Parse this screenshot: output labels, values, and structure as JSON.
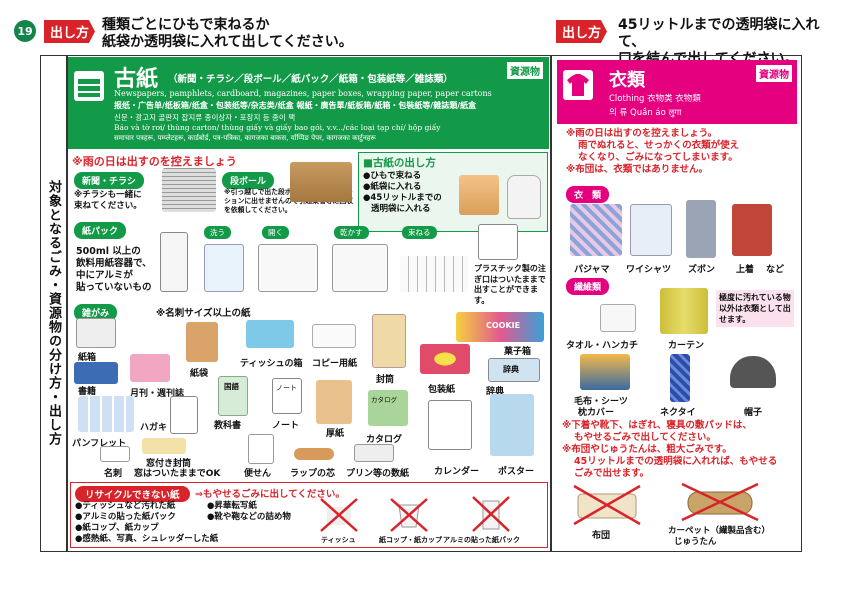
{
  "page_number": "19",
  "left_header": {
    "tag": "出し方",
    "line1": "種類ごとにひもで束ねるか",
    "line2": "紙袋か透明袋に入れて出してください。"
  },
  "right_header": {
    "tag": "出し方",
    "line1": "45リットルまでの透明袋に入れて、",
    "line2": "口を結んで出してください。"
  },
  "vertical_title": "対象となるごみ・資源物の分け方・出し方",
  "paper": {
    "title": "古紙",
    "title_sub": "（新聞・チラシ／段ボール／紙パック／紙箱・包装紙等／雑誌類）",
    "badge": "資源物",
    "en": "Newspapers, pamphlets, cardboard, magazines, paper boxes, wrapping paper, paper cartons",
    "zh": "报纸・广告单/纸板箱/纸盒・包装纸等/杂志类/纸盒 報紙・廣告單/紙板箱/紙箱・包裝紙等/雜誌類/紙盒",
    "ko": "신문・광고지 골판지 잡지류 종이상자・포장지 등 종이 팩",
    "vi": "Báo và tờ rơi/ thùng carton/ thùng giấy và giấy bao gói, v.v.../các loại tạp chí/ hộp giấy",
    "ne": "समाचार पत्रहरू, पम्प्लेटहरू, कार्डबोर्ड, पत्र-पत्रिका, कागजका बाकस, र्याप्पिङ पेपर, कागजका कार्टुनहरू",
    "rain_note": "※雨の日は出すのを控えましょう",
    "how_title": "■古紙の出し方",
    "how": [
      "●ひもで束ねる",
      "●紙袋に入れる",
      "●45リットルまでの",
      "透明袋に入れる"
    ],
    "news_pill": "新聞・チラシ",
    "news_note1": "※チラシも一緒に",
    "news_note2": "束ねてください。",
    "cardboard_pill": "段ボール",
    "cardboard_note": "※引っ越しで出た段ボールは、ごみステーションに出せませんので引越業者等に回収を依頼してください。",
    "pack_pill": "紙パック",
    "pack_desc1": "500ml 以上の",
    "pack_desc2": "飲料用紙容器で、",
    "pack_desc3": "中にアルミが",
    "pack_desc4": "貼っていないもの",
    "steps": [
      "洗う",
      "開く",
      "乾かす",
      "束ねる"
    ],
    "spout_note": "プラスチック製の注ぎ口はついたままで出すことができます。",
    "misc_pill": "雑がみ",
    "misc_note": "※名刺サイズ以上の紙",
    "items": {
      "box": "紙箱",
      "book": "書籍",
      "magazine": "月刊・週刊誌",
      "bag": "紙袋",
      "tissue": "ティッシュの箱",
      "copy": "コピー用紙",
      "envelope": "封筒",
      "snack": "菓子箱",
      "wrap": "包装紙",
      "dict": "辞典",
      "pamphlet": "パンフレット",
      "postcard": "ハガキ",
      "textbook": "教科書",
      "notebook": "ノート",
      "cardstock": "厚紙",
      "catalog": "カタログ",
      "calendar": "カレンダー",
      "poster": "ポスター",
      "card": "名刺",
      "window": "窓付き封筒",
      "window2": "窓はついたままでOK",
      "memo": "便せん",
      "core": "ラップの芯",
      "print": "プリン等の数紙",
      "cover1": "国語",
      "cover2": "ノート",
      "cover3": "カタログ",
      "cover4": "辞典",
      "cover5": "COOKIE"
    },
    "nr_pill": "リサイクルできない紙",
    "nr_arrow": "⇒もやせるごみに出してください。",
    "nr_left": [
      "●ティッシュなど汚れた紙",
      "●アルミの貼った紙パック",
      "●紙コップ、紙カップ",
      "●感熱紙、写真、シュレッダーした紙"
    ],
    "nr_right": [
      "●昇華転写紙",
      "●靴や鞄などの詰め物"
    ],
    "nr_img": [
      "ティッシュ",
      "紙コップ・紙カップ",
      "アルミの貼った紙パック"
    ]
  },
  "cloth": {
    "title": "衣類",
    "badge": "資源物",
    "multi1": "Clothing  衣物类  衣物類",
    "multi2": "의 류  Quần áo  लुगा",
    "notes": [
      "※雨の日は出すのを控えましょう。",
      "雨でぬれると、せっかくの衣類が使え",
      "なくなり、ごみになってしまいます。",
      "※布団は、衣類ではありません。"
    ],
    "clothes_pill": "衣　類",
    "clothes": [
      "パジャマ",
      "ワイシャツ",
      "ズボン",
      "上着",
      "など"
    ],
    "fiber_pill": "繊維類",
    "dirty_note": "極度に汚れている物以外は衣類として出せます。",
    "fiber": [
      "タオル・ハンカチ",
      "カーテン",
      "毛布・シーツ",
      "枕カバー",
      "ネクタイ",
      "帽子"
    ],
    "warn": [
      "※下着や靴下、はぎれ、寝具の敷パッドは、",
      "もやせるごみで出してください。",
      "※布団やじゅうたんは、粗大ごみです。",
      "45リットルまでの透明袋に入れれば、もやせる",
      "ごみで出せます。"
    ],
    "futon": "布団",
    "carpet1": "カーペット（繊製品含む）",
    "carpet2": "じゅうたん"
  },
  "colors": {
    "green": "#139a48",
    "pink": "#e4007f",
    "red": "#d9232a"
  }
}
